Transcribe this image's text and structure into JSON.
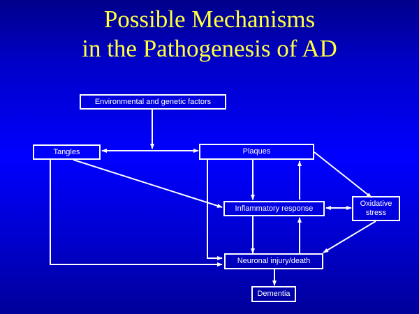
{
  "title": {
    "line1": "Possible Mechanisms",
    "line2": "in the Pathogenesis of AD"
  },
  "colors": {
    "title": "#ffff40",
    "box": "#ffffff",
    "background": "#0000ff"
  },
  "nodes": {
    "env": "Environmental and genetic factors",
    "tangles": "Tangles",
    "plaques": "Plaques",
    "inflammatory": "Inflammatory response",
    "oxidative_line1": "Oxidative",
    "oxidative_line2": "stress",
    "neuronal": "Neuronal injury/death",
    "dementia": "Dementia"
  }
}
